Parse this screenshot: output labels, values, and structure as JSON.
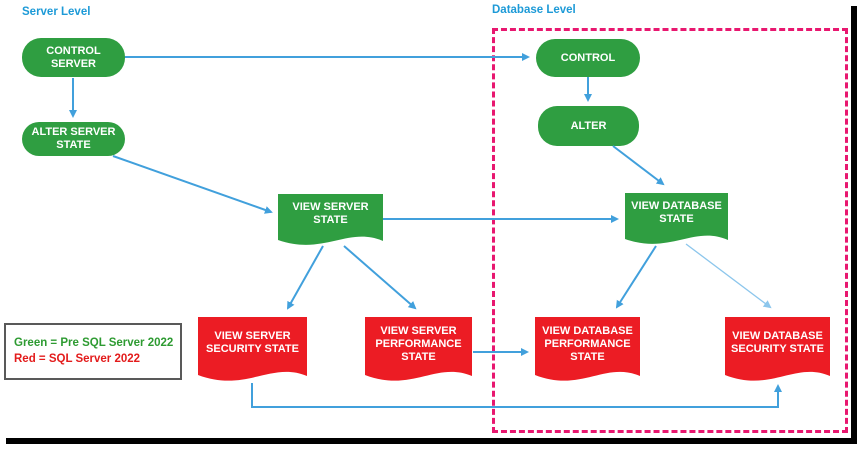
{
  "labels": {
    "server_level": "Server Level",
    "database_level": "Database Level"
  },
  "nodes": {
    "control_server": "CONTROL\nSERVER",
    "alter_server_state": "ALTER SERVER\nSTATE",
    "view_server_state": "VIEW SERVER\nSTATE",
    "control": "CONTROL",
    "alter": "ALTER",
    "view_database_state": "VIEW DATABASE\nSTATE",
    "view_server_security_state": "VIEW SERVER\nSECURITY STATE",
    "view_server_performance_state": "VIEW SERVER\nPERFORMANCE\nSTATE",
    "view_database_performance_state": "VIEW DATABASE\nPERFORMANCE\nSTATE",
    "view_database_security_state": "VIEW DATABASE\nSECURITY STATE"
  },
  "legend": {
    "line1": "Green = Pre SQL Server 2022",
    "line2": "Red = SQL Server 2022"
  },
  "colors": {
    "node_green": "#2f9e41",
    "node_red": "#ec1c24",
    "arrow_blue": "#41a0dc",
    "arrow_light_blue": "#8cc6ec",
    "section_label_blue": "#1d9ad7",
    "database_zone_dashed_magenta": "#e8176f",
    "legend_border_gray": "#595959",
    "legend_green_text": "#2e9b32",
    "legend_red_text": "#e31b1b",
    "frame_shadow": "#000000"
  },
  "edges": [
    {
      "from": "CONTROL SERVER",
      "to": "CONTROL"
    },
    {
      "from": "CONTROL SERVER",
      "to": "ALTER SERVER STATE"
    },
    {
      "from": "ALTER SERVER STATE",
      "to": "VIEW SERVER STATE"
    },
    {
      "from": "CONTROL",
      "to": "ALTER"
    },
    {
      "from": "ALTER",
      "to": "VIEW DATABASE STATE"
    },
    {
      "from": "VIEW SERVER STATE",
      "to": "VIEW DATABASE STATE"
    },
    {
      "from": "VIEW SERVER STATE",
      "to": "VIEW SERVER SECURITY STATE"
    },
    {
      "from": "VIEW SERVER STATE",
      "to": "VIEW SERVER PERFORMANCE STATE"
    },
    {
      "from": "VIEW DATABASE STATE",
      "to": "VIEW DATABASE PERFORMANCE STATE"
    },
    {
      "from": "VIEW DATABASE STATE",
      "to": "VIEW DATABASE SECURITY STATE"
    },
    {
      "from": "VIEW SERVER PERFORMANCE STATE",
      "to": "VIEW DATABASE PERFORMANCE STATE"
    },
    {
      "from": "VIEW SERVER SECURITY STATE",
      "to": "VIEW DATABASE SECURITY STATE"
    }
  ]
}
